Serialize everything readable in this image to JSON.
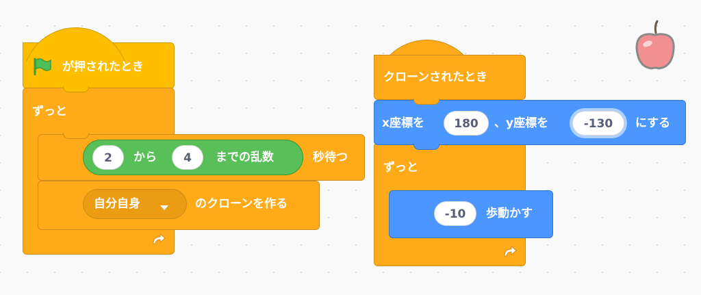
{
  "script1": {
    "hat_label": "が押されたとき",
    "forever_label": "ずっと",
    "random": {
      "from_value": "2",
      "from_label": "から",
      "to_value": "4",
      "to_label": "までの乱数"
    },
    "wait_suffix": "秒待つ",
    "clone_menu_value": "自分自身",
    "clone_suffix": "のクローンを作る"
  },
  "script2": {
    "hat_label": "クローンされたとき",
    "goto": {
      "x_label": "x座標を",
      "x_value": "180",
      "y_label": "、y座標を",
      "y_value": "-130",
      "suffix": "にする"
    },
    "forever_label": "ずっと",
    "move": {
      "value": "-10",
      "suffix": "歩動かす"
    }
  },
  "sprite": {
    "name": "apple-sprite-thumbnail"
  },
  "colors": {
    "event": "#ffbf00",
    "control": "#ffab19",
    "motion": "#4c97ff",
    "operators": "#59c059",
    "flag": "#4cbf56"
  }
}
